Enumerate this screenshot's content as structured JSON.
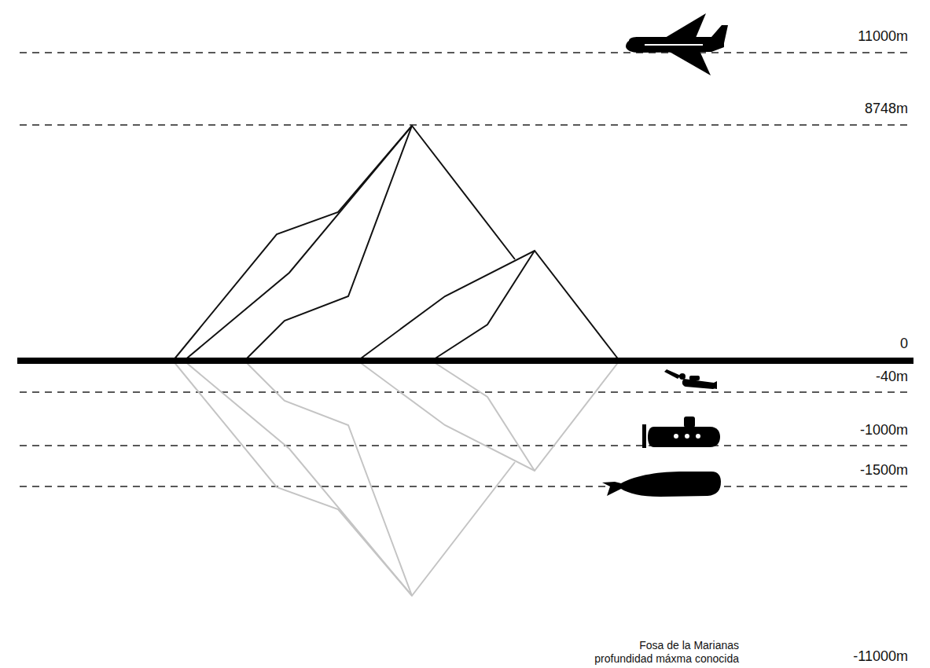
{
  "diagram": {
    "labels": [
      "11000m",
      "8748m",
      "0",
      "-40m",
      "-1000m",
      "-1500m",
      "Fosa de la Marianas profundidad máxma conocida",
      "-11000m"
    ]
  }
}
